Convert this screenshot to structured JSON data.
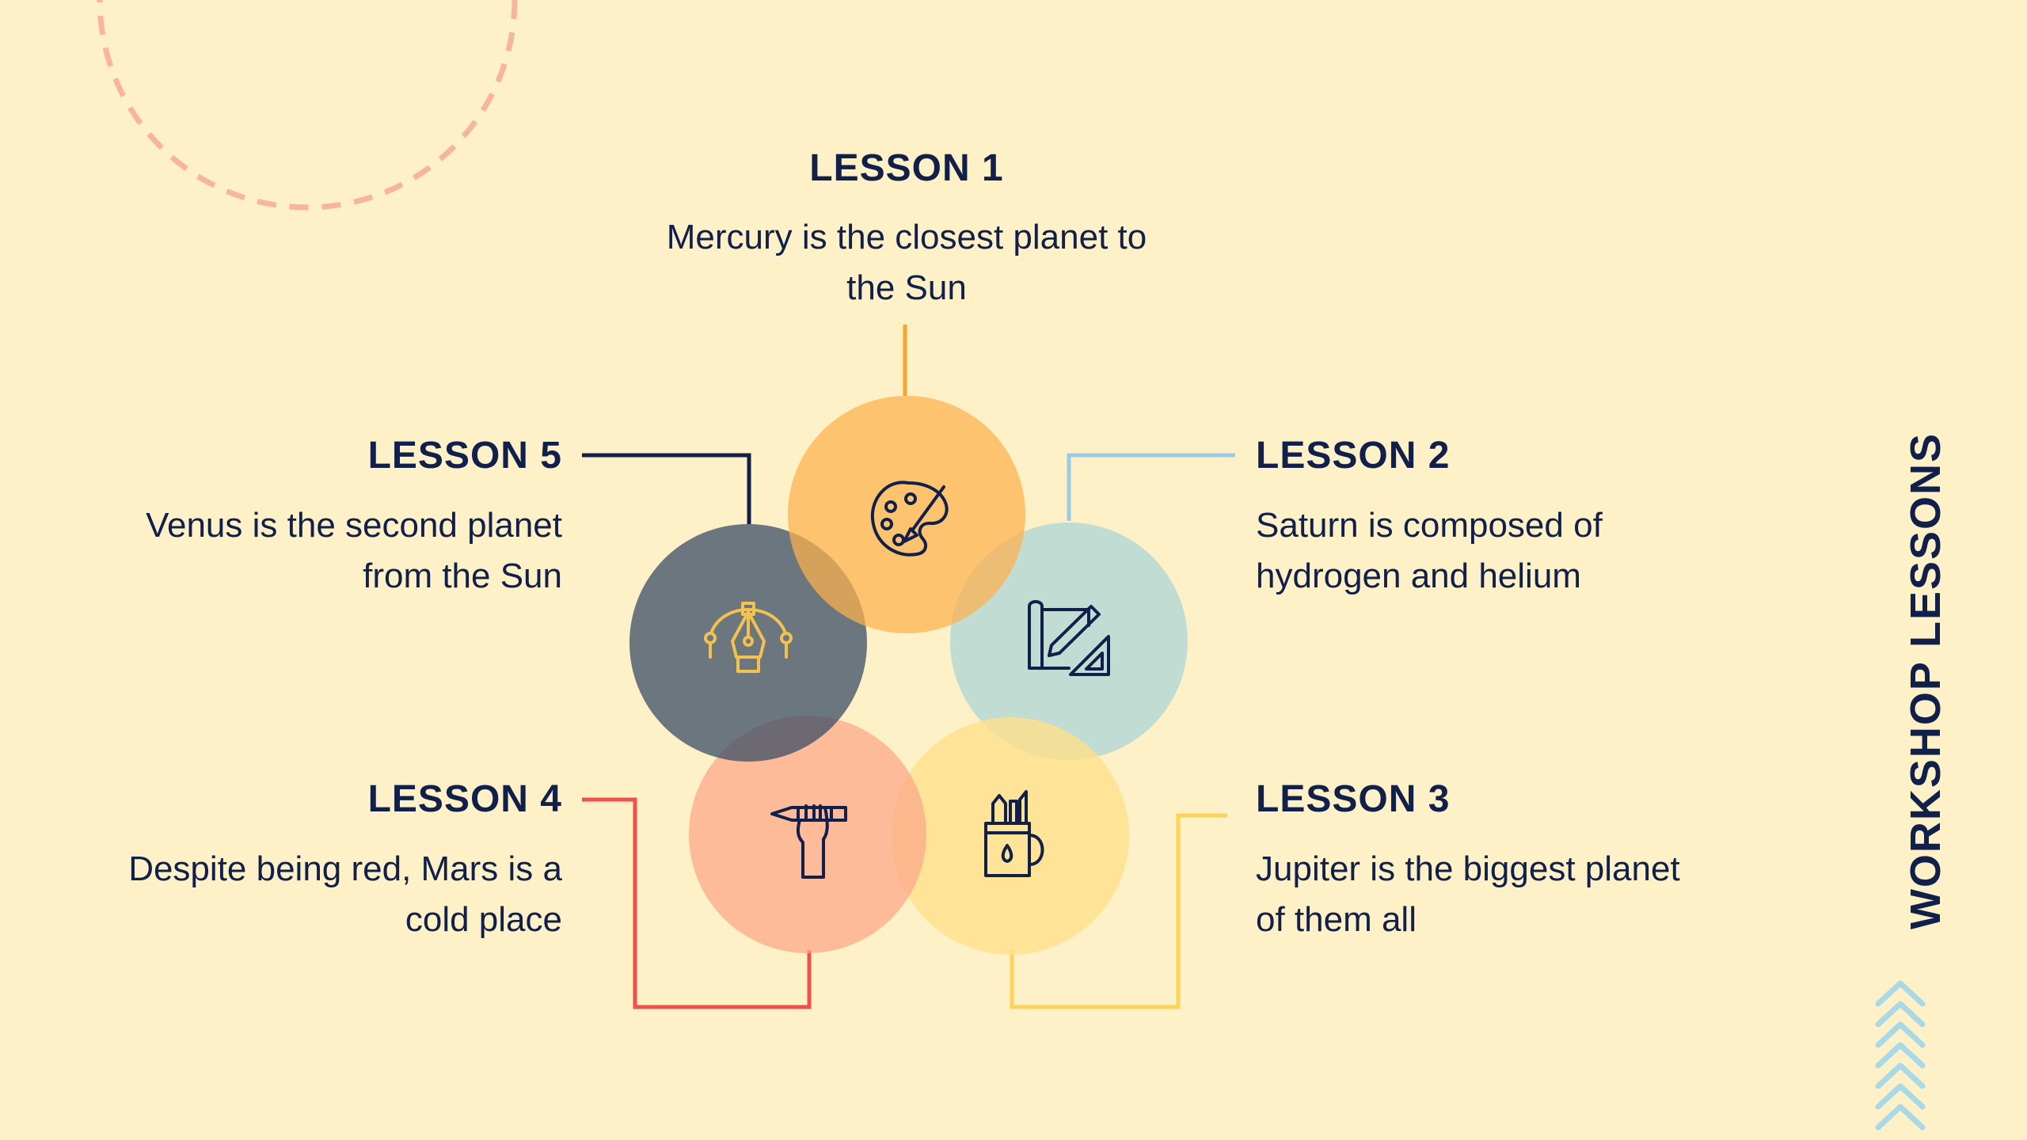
{
  "side_title": "WORKSHOP LESSONS",
  "lessons": [
    {
      "title": "LESSON 1",
      "text": "Mercury is the closest planet to the Sun",
      "color": "#FDB95E",
      "line_color": "#F4A630",
      "icon": "palette-icon"
    },
    {
      "title": "LESSON 2",
      "text": "Saturn is composed of hydrogen and helium",
      "color": "#B7DBDF",
      "line_color": "#9CCBE6",
      "icon": "blueprint-icon"
    },
    {
      "title": "LESSON 3",
      "text": "Jupiter is the biggest planet of them all",
      "color": "#FFE28A",
      "line_color": "#F9D458",
      "icon": "art-supplies-icon"
    },
    {
      "title": "LESSON 4",
      "text": "Despite being red, Mars is a cold place",
      "color": "#FCAE8E",
      "line_color": "#F0504B",
      "icon": "hand-pencil-icon"
    },
    {
      "title": "LESSON 5",
      "text": "Venus is the second planet from the Sun",
      "color": "#4A5B70",
      "line_color": "#10204A",
      "icon": "pen-tool-icon"
    }
  ],
  "colors": {
    "background": "#FFF1C7",
    "text": "#10204A",
    "dashed_circle": "#F7B59D",
    "chevrons": "#A9D8E6"
  }
}
